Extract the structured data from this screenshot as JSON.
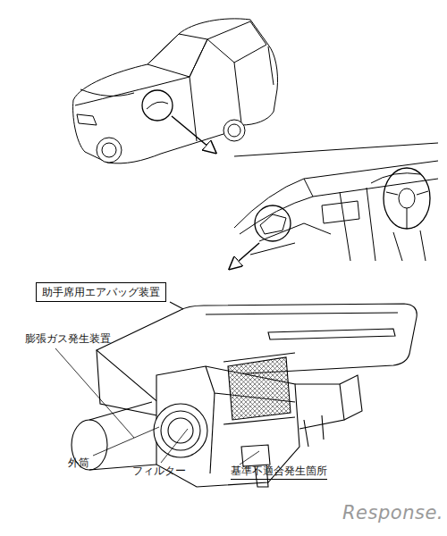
{
  "diagram": {
    "nodes": [
      {
        "text": [
          "助手席用エアバッグ装置"
        ]
      }
    ],
    "labels": [
      "膨張ガス発生装置",
      "外筒",
      "フィルター",
      "基準不適合発生箇所",
      "Response."
    ]
  }
}
